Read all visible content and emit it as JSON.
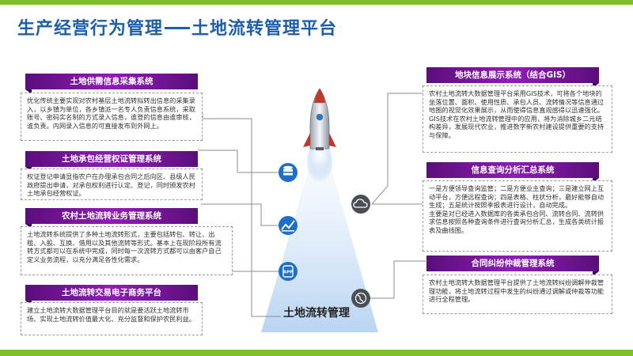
{
  "title_left": "生产经营行为管理",
  "title_right": "土地流转管理平台",
  "center_label": "土地流转管理",
  "left_panels": [
    {
      "title": "土地供需信息采集系统",
      "text": "优化传统主要实现对农村基层土地流转拟转出信息的采集录入，以乡镇为单位，各乡镇派一名专人负责信息系统，采取账号、密码实名制的方式录入信息，谁登的信息由谁审核，谁负责。内网录入信息的可直接发布到外网上。"
    },
    {
      "title": "土地承包经营权证管理系统",
      "text": "权证登记申请显指农户在办理承包合同之后向区、县级人民政府提出申请，对承包权利进行认定、登记，同时颁发农村土地承包经营权证。"
    },
    {
      "title": "农村土地流转业务管理系统",
      "text": "土地流转系统提供了多种土地流转形式，主要包括转包、转让、出租、入股、互换、借用以及其他流转等形式。基本上在现阶段所有流转方式都可以在系统中完成，同时每一次流转方式都可以由客户自己定义业务流程，以充分满足各性化需求。"
    },
    {
      "title": "土地流转交易电子商务平台",
      "text": "建立土地流转大数据管理平台目的就是要活跃土地流转市场、实现土地流转价值最大化、充分监督和保护农民利益。"
    }
  ],
  "right_panels": [
    {
      "title": "地块信息展示系统（结合GIS）",
      "text": "农村土地流转大数据管理平台采用GIS技术，可将各个地块的坐落位置、面积、使用性质、承包人员、流转情况等信息通过地图的视觉化效果展示，从而使得信息直观感得以迅速强化。GIS技术在农村土地流转管理中的应用，将为消除城乡二元结构差异，发展现代农业，推进数字新农村建设提供重要的支持与保障。"
    },
    {
      "title": "信息查询分析汇总系统",
      "text": "一是方便领导查询监管；二是方便业主查询；三是建立网上互动平台，方便远程查询；四是表格、柱状分析，最好能够自动生成；五是统计按照季报表进行设计，自动完成。\n主要是对已经进入数据库的各类承包合同、流转合同、流转供求信息按照各种查询条件进行查询分析汇总，生成各类统计报表及曲线图。"
    },
    {
      "title": "合同纠纷仲裁管理系统",
      "text": "农村土地流转大数据管理平台提供了土地流转纠纷调解仲裁管理功能，将土地流转过程中发生的纠纷通过调解或仲裁等功能进行全程管理。"
    }
  ],
  "icons": [
    "database-icon",
    "cloud-icon",
    "chart-icon",
    "app-icon",
    "globe-icon",
    "rocket-icon"
  ],
  "colors": {
    "title": "#1d5ea8",
    "header": "#7b1ba0",
    "accent_green": "#7fbf2a",
    "icon_blue": "#1e6fc9",
    "icon_dark": "#4a4f55"
  }
}
